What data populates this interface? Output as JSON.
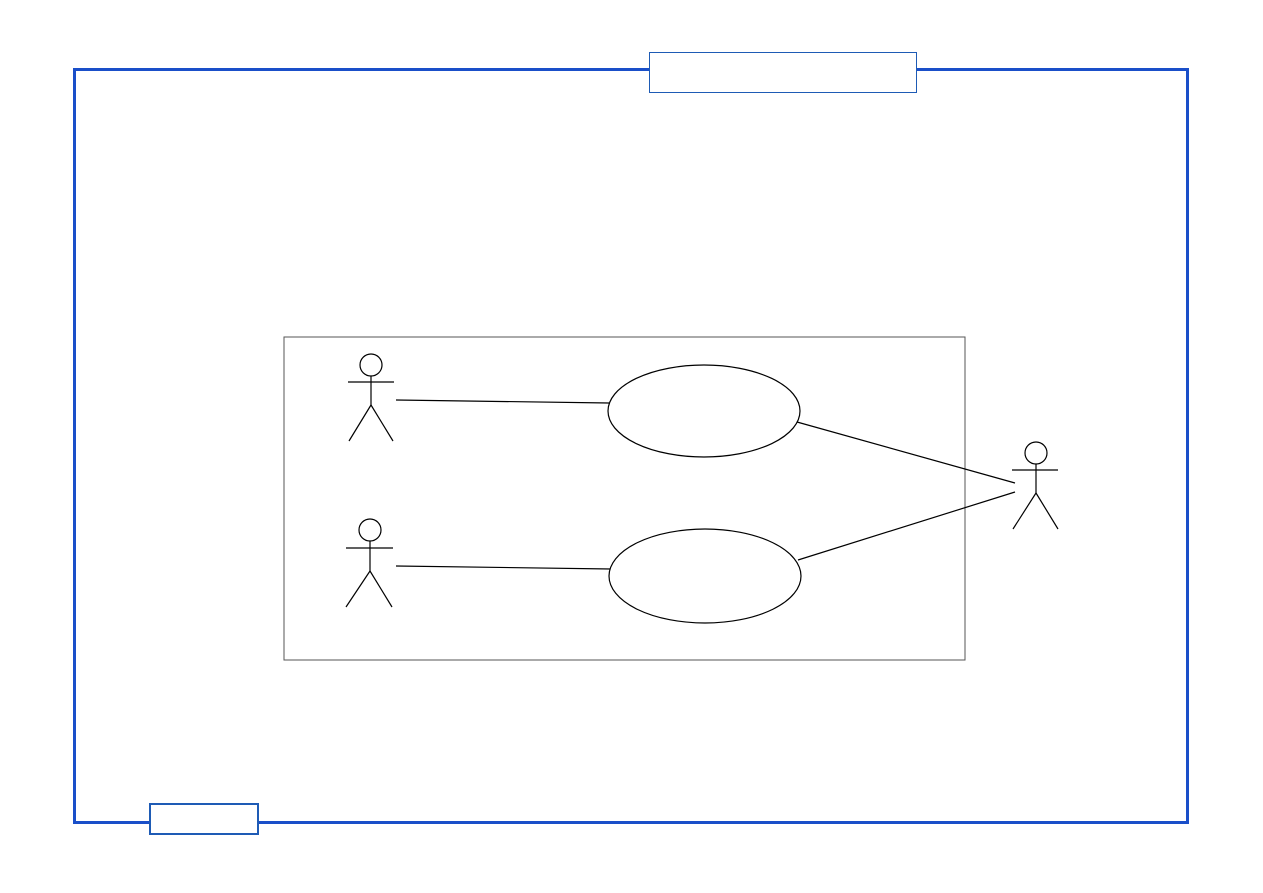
{
  "title_tab": {
    "label": ""
  },
  "page_tab": {
    "label": ""
  },
  "colors": {
    "frame": "#1a4fc9",
    "tab_border": "#1e5bb5",
    "ink": "#000000",
    "boundary": "#555555"
  },
  "diagram": {
    "actors": [
      {
        "id": "actor-1",
        "name": ""
      },
      {
        "id": "actor-2",
        "name": ""
      },
      {
        "id": "actor-3",
        "name": ""
      }
    ],
    "use_cases": [
      {
        "id": "use-case-1",
        "name": ""
      },
      {
        "id": "use-case-2",
        "name": ""
      }
    ],
    "associations": [
      {
        "from": "actor-1",
        "to": "use-case-1"
      },
      {
        "from": "actor-2",
        "to": "use-case-2"
      },
      {
        "from": "use-case-1",
        "to": "actor-3"
      },
      {
        "from": "use-case-2",
        "to": "actor-3"
      }
    ]
  }
}
